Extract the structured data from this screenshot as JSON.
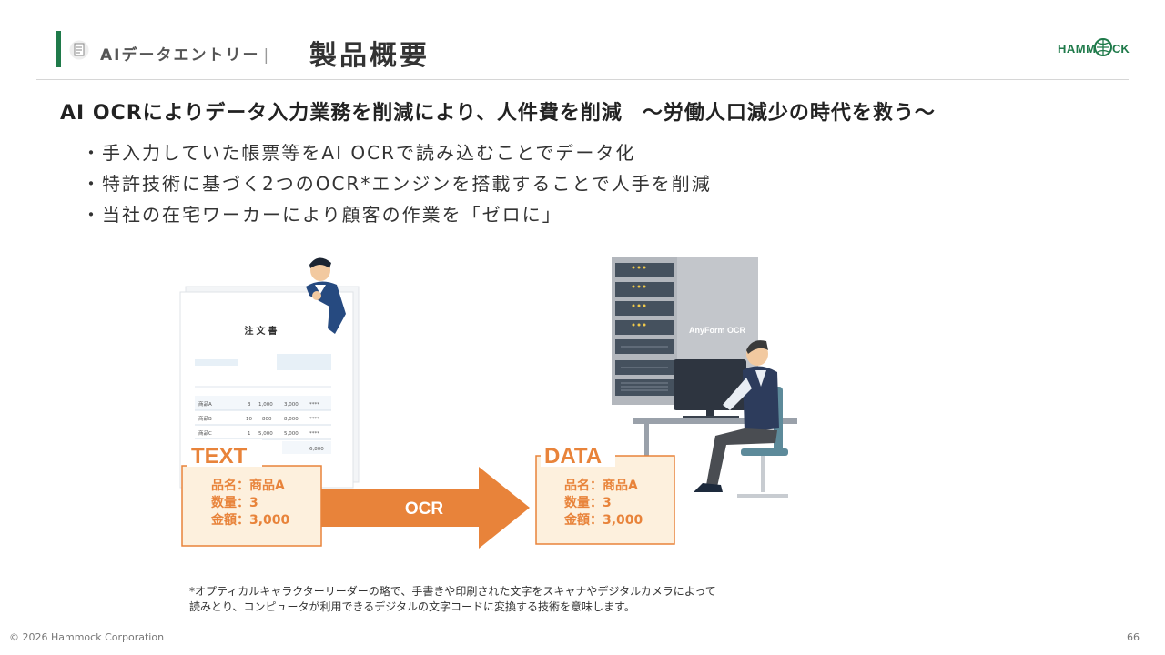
{
  "header": {
    "section_label": "AIデータエントリー",
    "separator": "|",
    "title": "製品概要",
    "logo_text": "HAMMOCK",
    "icon": "document-icon"
  },
  "headline": {
    "main": "AI OCRによりデータ入力業務を削減により、人件費を削減",
    "sub": "～労働人口減少の時代を救う～"
  },
  "bullets": [
    "手入力していた帳票等をAI OCRで読み込むことでデータ化",
    "特許技術に基づく2つのOCR*エンジンを搭載することで人手を削減",
    "当社の在宅ワーカーにより顧客の作業を「ゼロに」"
  ],
  "illustration": {
    "form_title": "注文書",
    "form_rows": [
      {
        "name": "商品A",
        "qty": "3",
        "price": "1,000",
        "amount": "3,000"
      },
      {
        "name": "商品B",
        "qty": "10",
        "price": "800",
        "amount": "8,000"
      },
      {
        "name": "商品C",
        "qty": "1",
        "price": "5,000",
        "amount": "5,000"
      }
    ],
    "form_total": "6,800",
    "text_label": "TEXT",
    "arrow_label": "OCR",
    "data_label": "DATA",
    "server_label": "AnyForm OCR",
    "fields": [
      "品名：商品A",
      "数量：3",
      "金額：3,000"
    ],
    "accent_color": "#e8833a",
    "box_fill": "#fdf0dd"
  },
  "footnote": [
    "*オプティカルキャラクターリーダーの略で、手書きや印刷された文字をスキャナやデジタルカメラによって",
    "読みとり、コンピュータが利用できるデジタルの文字コードに変換する技術を意味します。"
  ],
  "footer": {
    "copyright": "© 2026 Hammock Corporation",
    "page_number": "66"
  }
}
